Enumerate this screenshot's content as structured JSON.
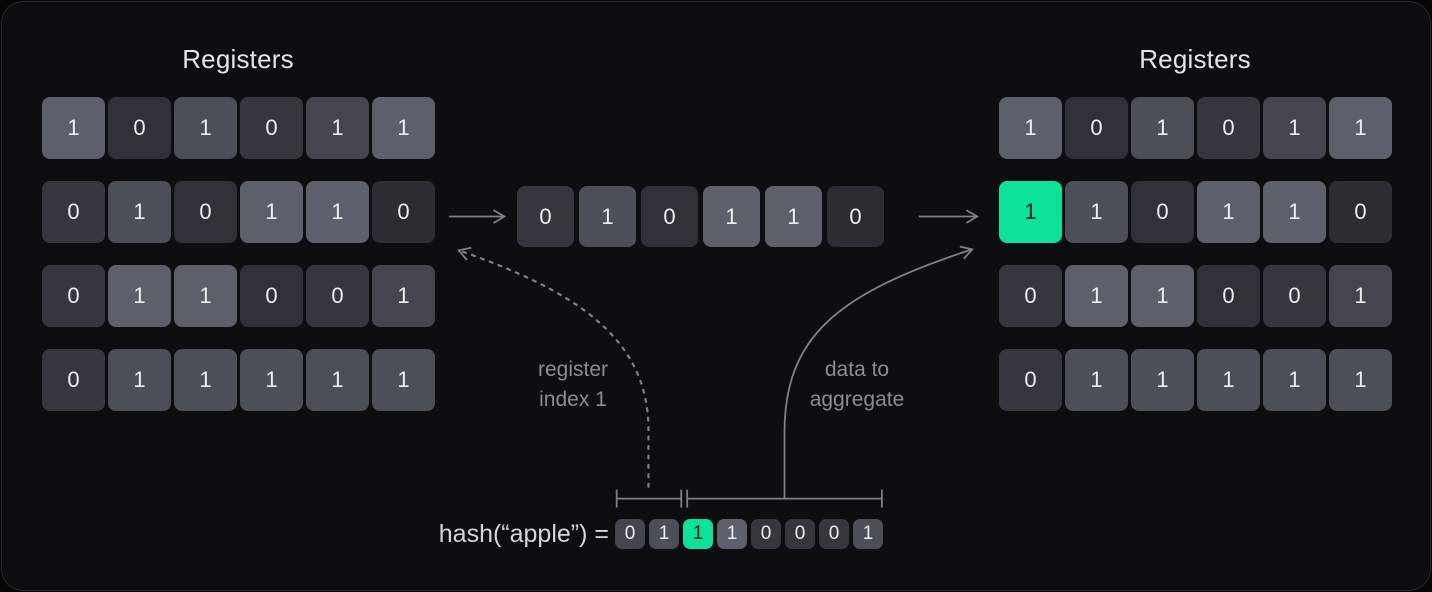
{
  "palette": {
    "page_bg": "#070708",
    "panel_bg": "#0d0e10",
    "panel_border": "#27292c",
    "title": "#e4e5e7",
    "label": "#8a8d93",
    "hash_text": "#d5d6d8",
    "line": "#7e8188",
    "cell_text": "#eceded",
    "cell_text_on_green": "#0f2019",
    "green": "#0de29b",
    "tone_d0": "#2a2d32",
    "tone_d1": "#2e3137",
    "tone_d2": "#34373d",
    "tone_md": "#43464e",
    "tone_m": "#4b4f58",
    "tone_l": "#5b606a"
  },
  "left_registers": {
    "title": "Registers",
    "rows": [
      [
        {
          "v": "1",
          "t": "l"
        },
        {
          "v": "0",
          "t": "d1"
        },
        {
          "v": "1",
          "t": "m"
        },
        {
          "v": "0",
          "t": "d2"
        },
        {
          "v": "1",
          "t": "md"
        },
        {
          "v": "1",
          "t": "l"
        }
      ],
      [
        {
          "v": "0",
          "t": "d2"
        },
        {
          "v": "1",
          "t": "m"
        },
        {
          "v": "0",
          "t": "d1"
        },
        {
          "v": "1",
          "t": "l"
        },
        {
          "v": "1",
          "t": "l"
        },
        {
          "v": "0",
          "t": "d0"
        }
      ],
      [
        {
          "v": "0",
          "t": "d2"
        },
        {
          "v": "1",
          "t": "l"
        },
        {
          "v": "1",
          "t": "l"
        },
        {
          "v": "0",
          "t": "d1"
        },
        {
          "v": "0",
          "t": "d2"
        },
        {
          "v": "1",
          "t": "md"
        }
      ],
      [
        {
          "v": "0",
          "t": "d2"
        },
        {
          "v": "1",
          "t": "m"
        },
        {
          "v": "1",
          "t": "m"
        },
        {
          "v": "1",
          "t": "m"
        },
        {
          "v": "1",
          "t": "m"
        },
        {
          "v": "1",
          "t": "m"
        }
      ]
    ]
  },
  "middle_row": {
    "cells": [
      {
        "v": "0",
        "t": "d2"
      },
      {
        "v": "1",
        "t": "m"
      },
      {
        "v": "0",
        "t": "d1"
      },
      {
        "v": "1",
        "t": "l"
      },
      {
        "v": "1",
        "t": "l"
      },
      {
        "v": "0",
        "t": "d0"
      }
    ]
  },
  "right_registers": {
    "title": "Registers",
    "rows": [
      [
        {
          "v": "1",
          "t": "l"
        },
        {
          "v": "0",
          "t": "d1"
        },
        {
          "v": "1",
          "t": "m"
        },
        {
          "v": "0",
          "t": "d2"
        },
        {
          "v": "1",
          "t": "md"
        },
        {
          "v": "1",
          "t": "l"
        }
      ],
      [
        {
          "v": "1",
          "t": "g"
        },
        {
          "v": "1",
          "t": "m"
        },
        {
          "v": "0",
          "t": "d1"
        },
        {
          "v": "1",
          "t": "l"
        },
        {
          "v": "1",
          "t": "l"
        },
        {
          "v": "0",
          "t": "d0"
        }
      ],
      [
        {
          "v": "0",
          "t": "d2"
        },
        {
          "v": "1",
          "t": "l"
        },
        {
          "v": "1",
          "t": "l"
        },
        {
          "v": "0",
          "t": "d1"
        },
        {
          "v": "0",
          "t": "d2"
        },
        {
          "v": "1",
          "t": "md"
        }
      ],
      [
        {
          "v": "0",
          "t": "d2"
        },
        {
          "v": "1",
          "t": "m"
        },
        {
          "v": "1",
          "t": "m"
        },
        {
          "v": "1",
          "t": "m"
        },
        {
          "v": "1",
          "t": "m"
        },
        {
          "v": "1",
          "t": "m"
        }
      ]
    ]
  },
  "annotations": {
    "register_index_lines": [
      "register",
      "index 1"
    ],
    "data_aggregate_lines": [
      "data to",
      "aggregate"
    ]
  },
  "hash": {
    "label": "hash(“apple”) =",
    "bits": [
      {
        "v": "0",
        "t": "md"
      },
      {
        "v": "1",
        "t": "m"
      },
      {
        "v": "1",
        "t": "g"
      },
      {
        "v": "1",
        "t": "l"
      },
      {
        "v": "0",
        "t": "d2"
      },
      {
        "v": "0",
        "t": "d2"
      },
      {
        "v": "0",
        "t": "d2"
      },
      {
        "v": "1",
        "t": "m"
      }
    ]
  }
}
